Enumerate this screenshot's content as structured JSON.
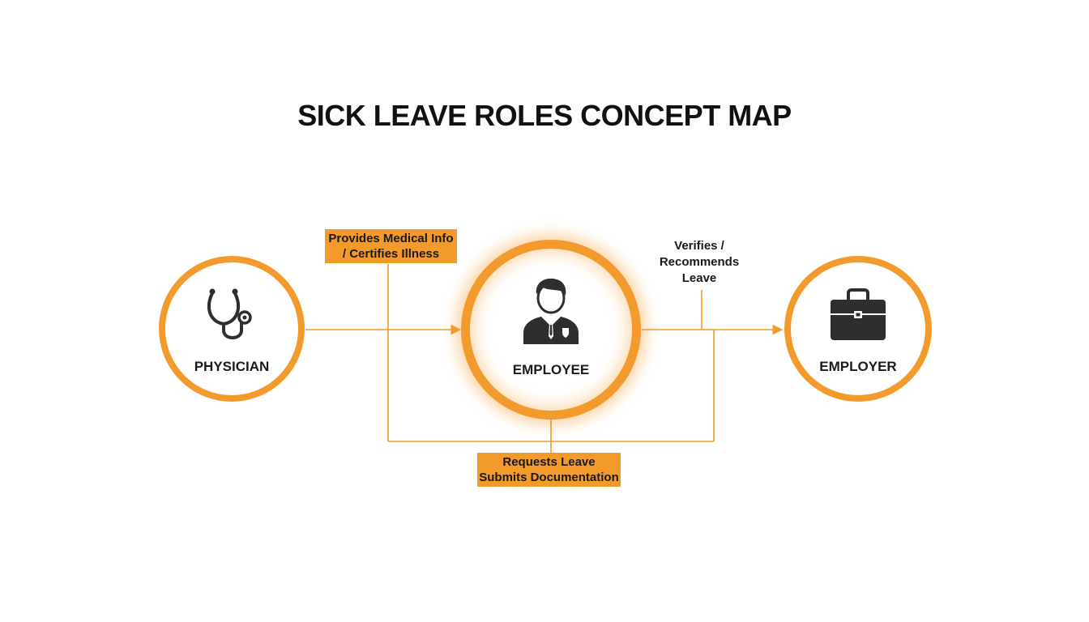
{
  "title": "SICK LEAVE ROLES CONCEPT MAP",
  "nodes": {
    "physician": {
      "label": "PHYSICIAN",
      "icon": "stethoscope-icon"
    },
    "employee": {
      "label": "EMPLOYEE",
      "icon": "person-in-suit-icon"
    },
    "employer": {
      "label": "EMPLOYER",
      "icon": "briefcase-icon"
    }
  },
  "relations": {
    "physician_to_employee": {
      "line1": "Provides Medical Info",
      "line2": "/ Certifies Illness"
    },
    "employee_to_employer": {
      "line1": "Verifies /",
      "line2": "Recommends",
      "line3": "Leave"
    },
    "employee_requests": {
      "line1": "Requests Leave",
      "line2": "Submits Documentation"
    }
  },
  "colors": {
    "accent": "#f39a2c",
    "text": "#111111",
    "icon": "#2e2e2e",
    "background": "#ffffff"
  }
}
